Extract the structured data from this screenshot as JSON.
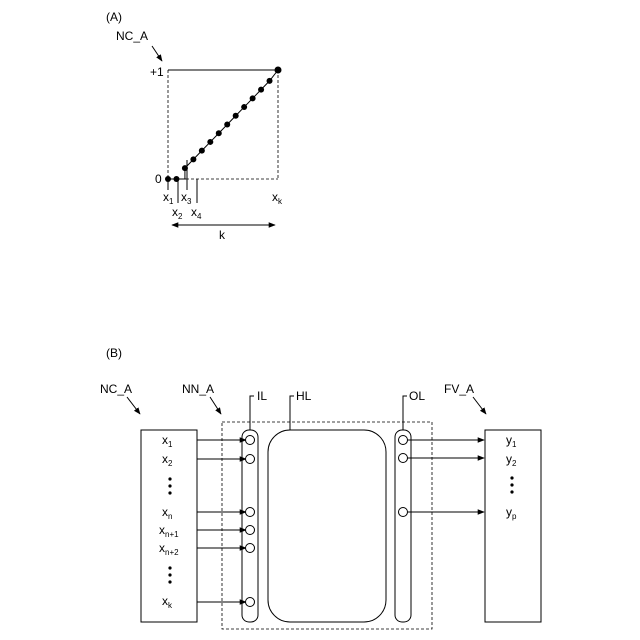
{
  "panel_a": {
    "label": "(A)",
    "y_name": "NC_A",
    "y_top": "+1",
    "y_zero": "0",
    "x_labels": [
      {
        "main": "x",
        "sub": "1"
      },
      {
        "main": "x",
        "sub": "2"
      },
      {
        "main": "x",
        "sub": "3"
      },
      {
        "main": "x",
        "sub": "4"
      },
      {
        "main": "x",
        "sub": "k"
      }
    ],
    "span_label": "k",
    "points": [
      {
        "x": 1,
        "y": 0
      },
      {
        "x": 2,
        "y": 0
      },
      {
        "x": 3,
        "y": 0.1
      },
      {
        "x": 4,
        "y": 0.18
      },
      {
        "x": 5,
        "y": 0.26
      },
      {
        "x": 6,
        "y": 0.34
      },
      {
        "x": 7,
        "y": 0.42
      },
      {
        "x": 8,
        "y": 0.5
      },
      {
        "x": 9,
        "y": 0.58
      },
      {
        "x": 10,
        "y": 0.66
      },
      {
        "x": 11,
        "y": 0.74
      },
      {
        "x": 12,
        "y": 0.82
      },
      {
        "x": 13,
        "y": 0.9
      },
      {
        "x": 14,
        "y": 1
      }
    ]
  },
  "panel_b": {
    "label": "(B)",
    "input_name": "NC_A",
    "network_name": "NN_A",
    "input_layer": "IL",
    "hidden_layer": "HL",
    "output_layer": "OL",
    "output_name": "FV_A",
    "inputs": [
      {
        "main": "x",
        "sub": "1"
      },
      {
        "main": "x",
        "sub": "2"
      },
      {
        "main": "x",
        "sub": "n"
      },
      {
        "main": "x",
        "sub": "n+1"
      },
      {
        "main": "x",
        "sub": "n+2"
      },
      {
        "main": "x",
        "sub": "k"
      }
    ],
    "outputs": [
      {
        "main": "y",
        "sub": "1"
      },
      {
        "main": "y",
        "sub": "2"
      },
      {
        "main": "y",
        "sub": "p"
      }
    ]
  }
}
